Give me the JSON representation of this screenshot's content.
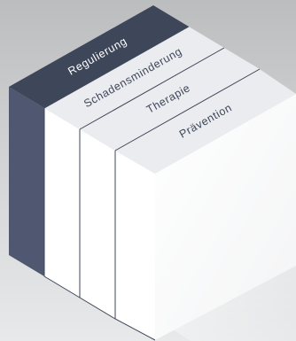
{
  "layers": [
    {
      "label": "Regulierung",
      "top_color": "#3e4659",
      "side_color": "#4f5870",
      "text_color": "#ffffff"
    },
    {
      "label": "Schadensminderung",
      "top_color": "#eaecef",
      "side_color": "#ffffff",
      "text_color": "#3e4659"
    },
    {
      "label": "Therapie",
      "top_color": "#eaecef",
      "side_color": "#ffffff",
      "text_color": "#3e4659"
    },
    {
      "label": "Prävention",
      "top_color": "#eaecef",
      "side_color": "#ffffff",
      "text_color": "#3e4659"
    }
  ]
}
